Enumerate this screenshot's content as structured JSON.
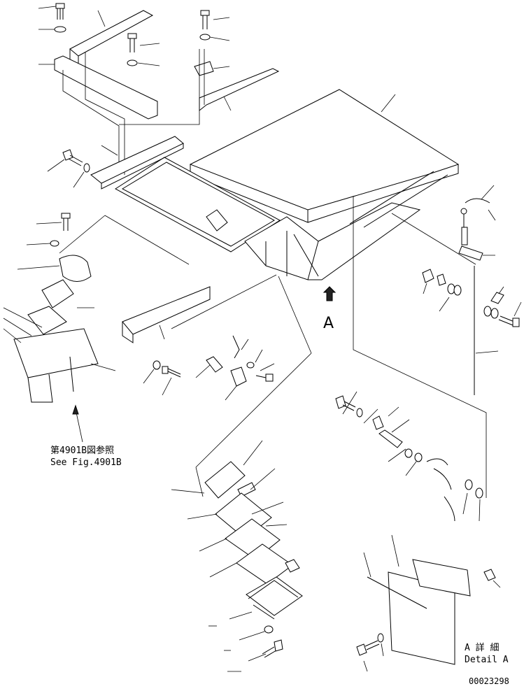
{
  "figure_ref": {
    "japanese": "第4901B図参照",
    "english": "See Fig.4901B"
  },
  "view_label": "A",
  "detail_label": {
    "japanese": "A 詳 細",
    "english": "Detail A"
  },
  "drawing_number": "00023298",
  "colors": {
    "line": "#000000",
    "background": "#ffffff"
  }
}
